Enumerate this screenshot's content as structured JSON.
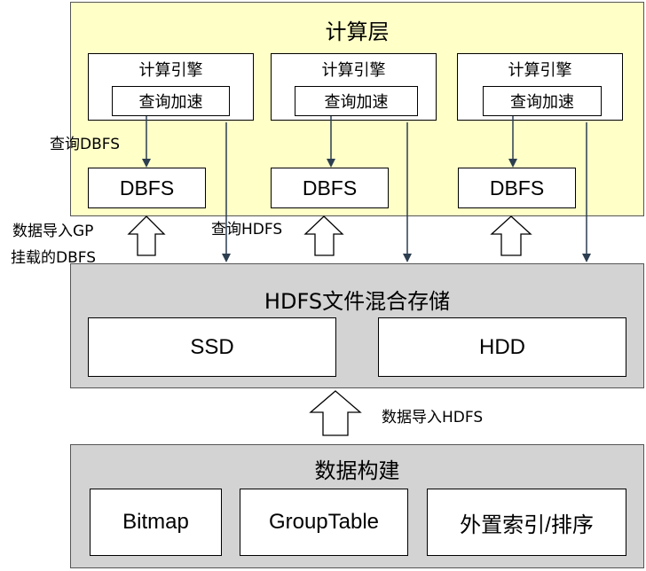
{
  "compute_layer": {
    "title": "计算层",
    "engines": [
      {
        "title": "计算引擎",
        "accel": "查询加速",
        "dbfs": "DBFS"
      },
      {
        "title": "计算引擎",
        "accel": "查询加速",
        "dbfs": "DBFS"
      },
      {
        "title": "计算引擎",
        "accel": "查询加速",
        "dbfs": "DBFS"
      }
    ]
  },
  "storage_layer": {
    "title": "HDFS文件混合存储",
    "ssd": "SSD",
    "hdd": "HDD"
  },
  "build_layer": {
    "title": "数据构建",
    "items": [
      "Bitmap",
      "GroupTable",
      "外置索引/排序"
    ]
  },
  "labels": {
    "query_dbfs": "查询DBFS",
    "query_hdfs": "查询HDFS",
    "import_gp_line1": "数据导入GP",
    "import_gp_line2": "挂载的DBFS",
    "import_hdfs": "数据导入HDFS"
  }
}
